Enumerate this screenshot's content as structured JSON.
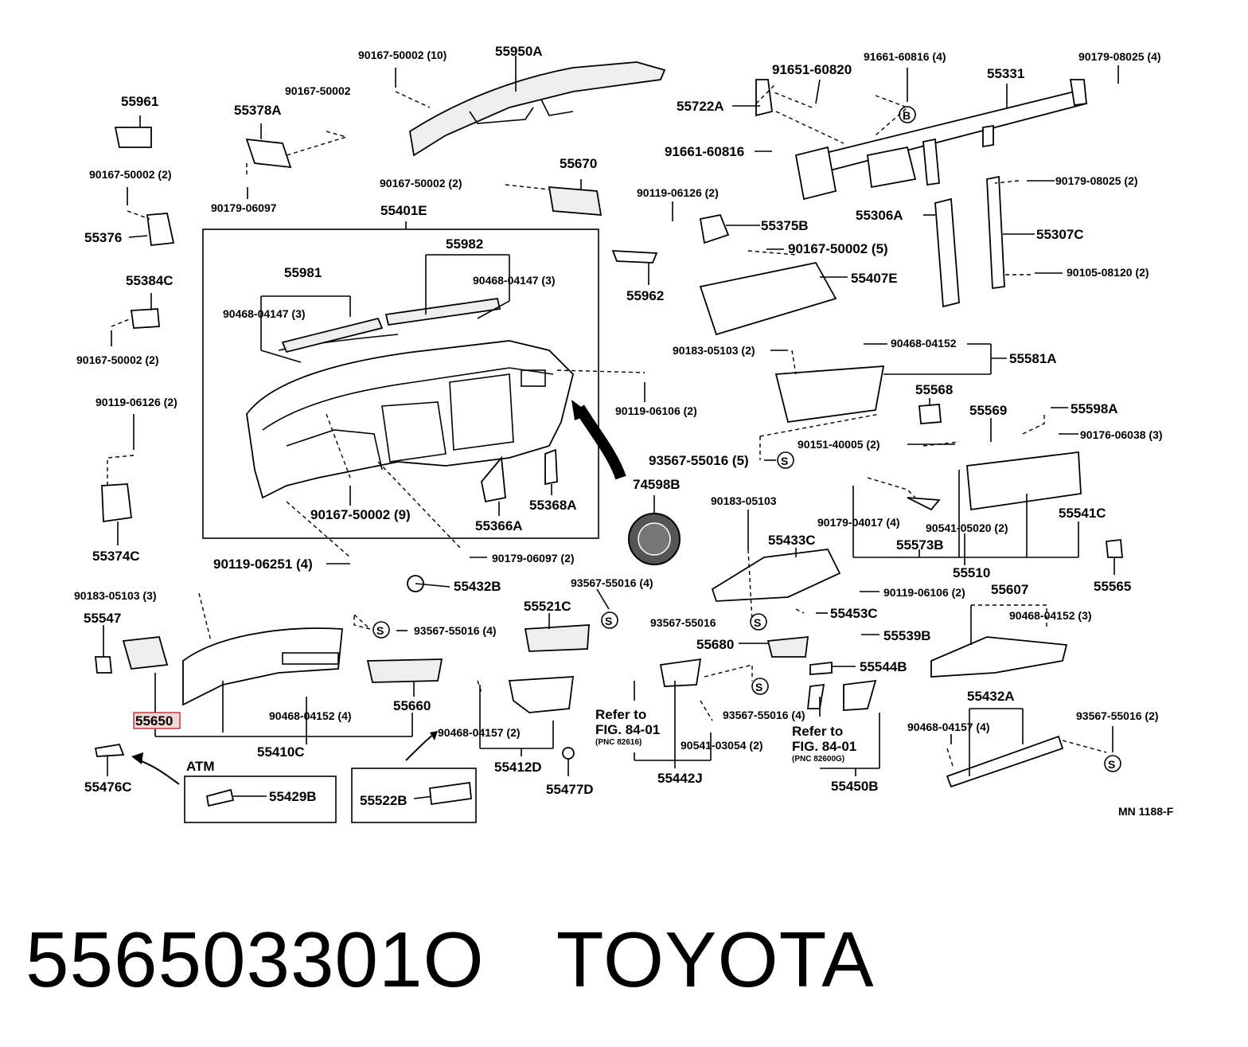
{
  "diagram": {
    "corner_code": "MN  1188-F",
    "labels": {
      "p55950A": "55950A",
      "b90167_10": "90167-50002 (10)",
      "p55961": "55961",
      "b90167_single": "90167-50002",
      "p55378A": "55378A",
      "b90179_06097": "90179-06097",
      "b90167_2a": "90167-50002 (2)",
      "p55376": "55376",
      "p55384C": "55384C",
      "b90167_2b": "90167-50002 (2)",
      "b90119_06126_2a": "90119-06126 (2)",
      "p55374C": "55374C",
      "b90167_2c": "90167-50002 (2)",
      "p55670": "55670",
      "p55401E": "55401E",
      "p55982": "55982",
      "p55981": "55981",
      "b90468_04147_3a": "90468-04147 (3)",
      "b90468_04147_3b": "90468-04147 (3)",
      "b90119_06106_2a": "90119-06106 (2)",
      "b90167_9": "90167-50002 (9)",
      "p55366A": "55366A",
      "p55368A": "55368A",
      "b90119_06251": "90119-06251 (4)",
      "b90179_06097_2": "90179-06097 (2)",
      "p74598B": "74598B",
      "b91651": "91651-60820",
      "b91661_4": "91661-60816 (4)",
      "p55331": "55331",
      "b90179_08025_4": "90179-08025 (4)",
      "p55722A": "55722A",
      "b91661": "91661-60816",
      "b90119_06126_2b": "90119-06126 (2)",
      "p55375B": "55375B",
      "p55306A": "55306A",
      "b90179_08025_2": "90179-08025 (2)",
      "p55307C": "55307C",
      "p55962": "55962",
      "b90167_5": "90167-50002 (5)",
      "p55407E": "55407E",
      "b90105": "90105-08120 (2)",
      "b90183_2": "90183-05103 (2)",
      "b90468_04152a": "90468-04152",
      "p55581A": "55581A",
      "p55568": "55568",
      "p55569": "55569",
      "p55598A": "55598A",
      "b90151": "90151-40005 (2)",
      "b90176": "90176-06038 (3)",
      "b93567_5": "93567-55016 (5)",
      "b90183_single": "90183-05103",
      "p55433C": "55433C",
      "b90179_04017": "90179-04017 (4)",
      "b90541_05020": "90541-05020 (2)",
      "p55541C": "55541C",
      "p55573B": "55573B",
      "p55510": "55510",
      "p55565": "55565",
      "p55432B": "55432B",
      "b93567_4a": "93567-55016 (4)",
      "b90183_3": "90183-05103 (3)",
      "p55547": "55547",
      "p55521C": "55521C",
      "b93567_4b": "93567-55016 (4)",
      "b90119_06106_2b": "90119-06106 (2)",
      "b93567_single": "93567-55016",
      "p55453C": "55453C",
      "p55607": "55607",
      "b90468_04152_3": "90468-04152 (3)",
      "p55680": "55680",
      "p55539B": "55539B",
      "p55544B": "55544B",
      "p55660": "55660",
      "p55650": "55650",
      "b90468_04152_4": "90468-04152 (4)",
      "p55410C": "55410C",
      "b90468_04157_2": "90468-04157 (2)",
      "p55412D": "55412D",
      "p55477D": "55477D",
      "p55476C": "55476C",
      "atm": "ATM",
      "p55429B": "55429B",
      "p55522B": "55522B",
      "refer1": "Refer to",
      "refer1b": "FIG. 84-01",
      "refer1c": "(PNC 82616)",
      "b93567_4c": "93567-55016 (4)",
      "b90541_03054": "90541-03054 (2)",
      "p55442J": "55442J",
      "refer2": "Refer to",
      "refer2b": "FIG. 84-01",
      "refer2c": "(PNC 82600G)",
      "p55450B": "55450B",
      "p55432A": "55432A",
      "b90468_04157_4": "90468-04157 (4)",
      "b93567_2": "93567-55016 (2)",
      "b_circle": "B",
      "s_circle": "S"
    }
  },
  "caption": {
    "part_number": "556503301O",
    "brand": "TOYOTA"
  }
}
